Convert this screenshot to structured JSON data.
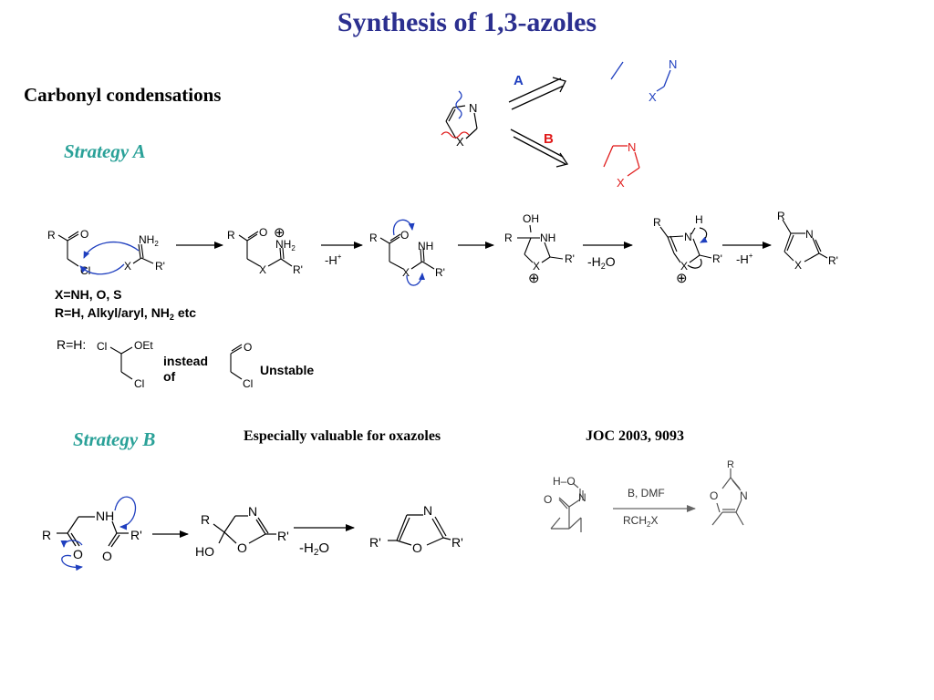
{
  "slide": {
    "title": "Synthesis of 1,3-azoles",
    "heading": "Carbonyl condensations",
    "strategy_a": "Strategy A",
    "strategy_b": "Strategy B",
    "strategy_b_note": "Especially valuable for oxazoles",
    "reference": "JOC 2003, 9093"
  },
  "retro": {
    "route_a": "A",
    "route_b": "B",
    "n": "N",
    "x": "X"
  },
  "scheme_a": {
    "r": "R",
    "o": "O",
    "cl": "Cl",
    "nh2": "NH",
    "nh2_sub": "2",
    "x": "X",
    "r_prime": "R'",
    "nh": "NH",
    "oh": "OH",
    "n": "N",
    "h": "H",
    "minus_h": "-H",
    "plus_sup": "+",
    "minus_h2o_pre": "-H",
    "minus_h2o_sub": "2",
    "minus_h2o_post": "O",
    "plus": "⊕",
    "x_def": "X=NH, O, S",
    "r_def_pre": "R=H, Alkyl/aryl, NH",
    "r_def_sub": "2",
    "r_def_post": " etc",
    "rh_label": "R=H:",
    "oet": "OEt",
    "instead_of_1": "instead",
    "instead_of_2": "of",
    "unstable": "Unstable"
  },
  "scheme_b": {
    "r": "R",
    "nh": "NH",
    "r_prime": "R'",
    "o": "O",
    "n": "N",
    "ho": "HO",
    "minus_h2o_pre": "-H",
    "minus_h2o_sub": "2",
    "minus_h2o_post": "O"
  },
  "joc": {
    "h_o": "H–O",
    "n": "N",
    "o": "O",
    "r": "R",
    "conditions_top": "B, DMF",
    "conditions_bottom_pre": "RCH",
    "conditions_bottom_sub": "2",
    "conditions_bottom_post": "X"
  },
  "colors": {
    "title": "#2b2f8f",
    "strategy": "#2aa198",
    "arrow_blue": "#1f3fbf",
    "route_a": "#1f3fbf",
    "route_b": "#e01b1b"
  }
}
